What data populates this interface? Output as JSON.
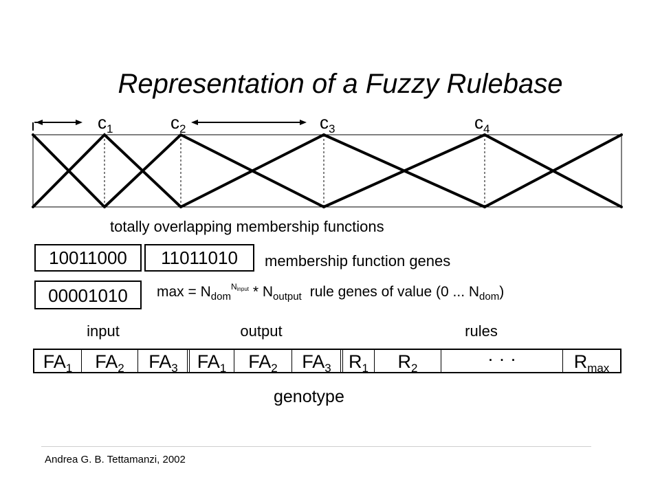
{
  "title": "Representation of a Fuzzy Rulebase",
  "centers": [
    {
      "base": "c",
      "index": "1"
    },
    {
      "base": "c",
      "index": "2"
    },
    {
      "base": "c",
      "index": "3"
    },
    {
      "base": "c",
      "index": "4"
    }
  ],
  "overlap_caption": "totally overlapping membership functions",
  "mf_genes": {
    "gene1": "10011000",
    "gene2": "11011010",
    "caption": "membership function genes"
  },
  "rule_genes": {
    "gene": "00001010",
    "formula": {
      "max_eq": "max = N",
      "dom": "dom",
      "n": "N",
      "input": "input",
      "times": " * N",
      "output": "output",
      "tail": "rule genes of value (0 ... N",
      "dom2": "dom",
      "close": ")"
    }
  },
  "genotype": {
    "group_labels": {
      "input": "input",
      "output": "output",
      "rules": "rules"
    },
    "cells": [
      {
        "base": "FA",
        "index": "1"
      },
      {
        "base": "FA",
        "index": "2"
      },
      {
        "base": "FA",
        "index": "3"
      },
      {
        "base": "FA",
        "index": "1"
      },
      {
        "base": "FA",
        "index": "2"
      },
      {
        "base": "FA",
        "index": "3"
      },
      {
        "base": "R",
        "index": "1"
      },
      {
        "base": "R",
        "index": "2"
      },
      {
        "base": "· · ·",
        "index": ""
      },
      {
        "base": "R",
        "index": "max"
      }
    ],
    "label": "genotype"
  },
  "footer": "Andrea G. B. Tettamanzi, 2002"
}
